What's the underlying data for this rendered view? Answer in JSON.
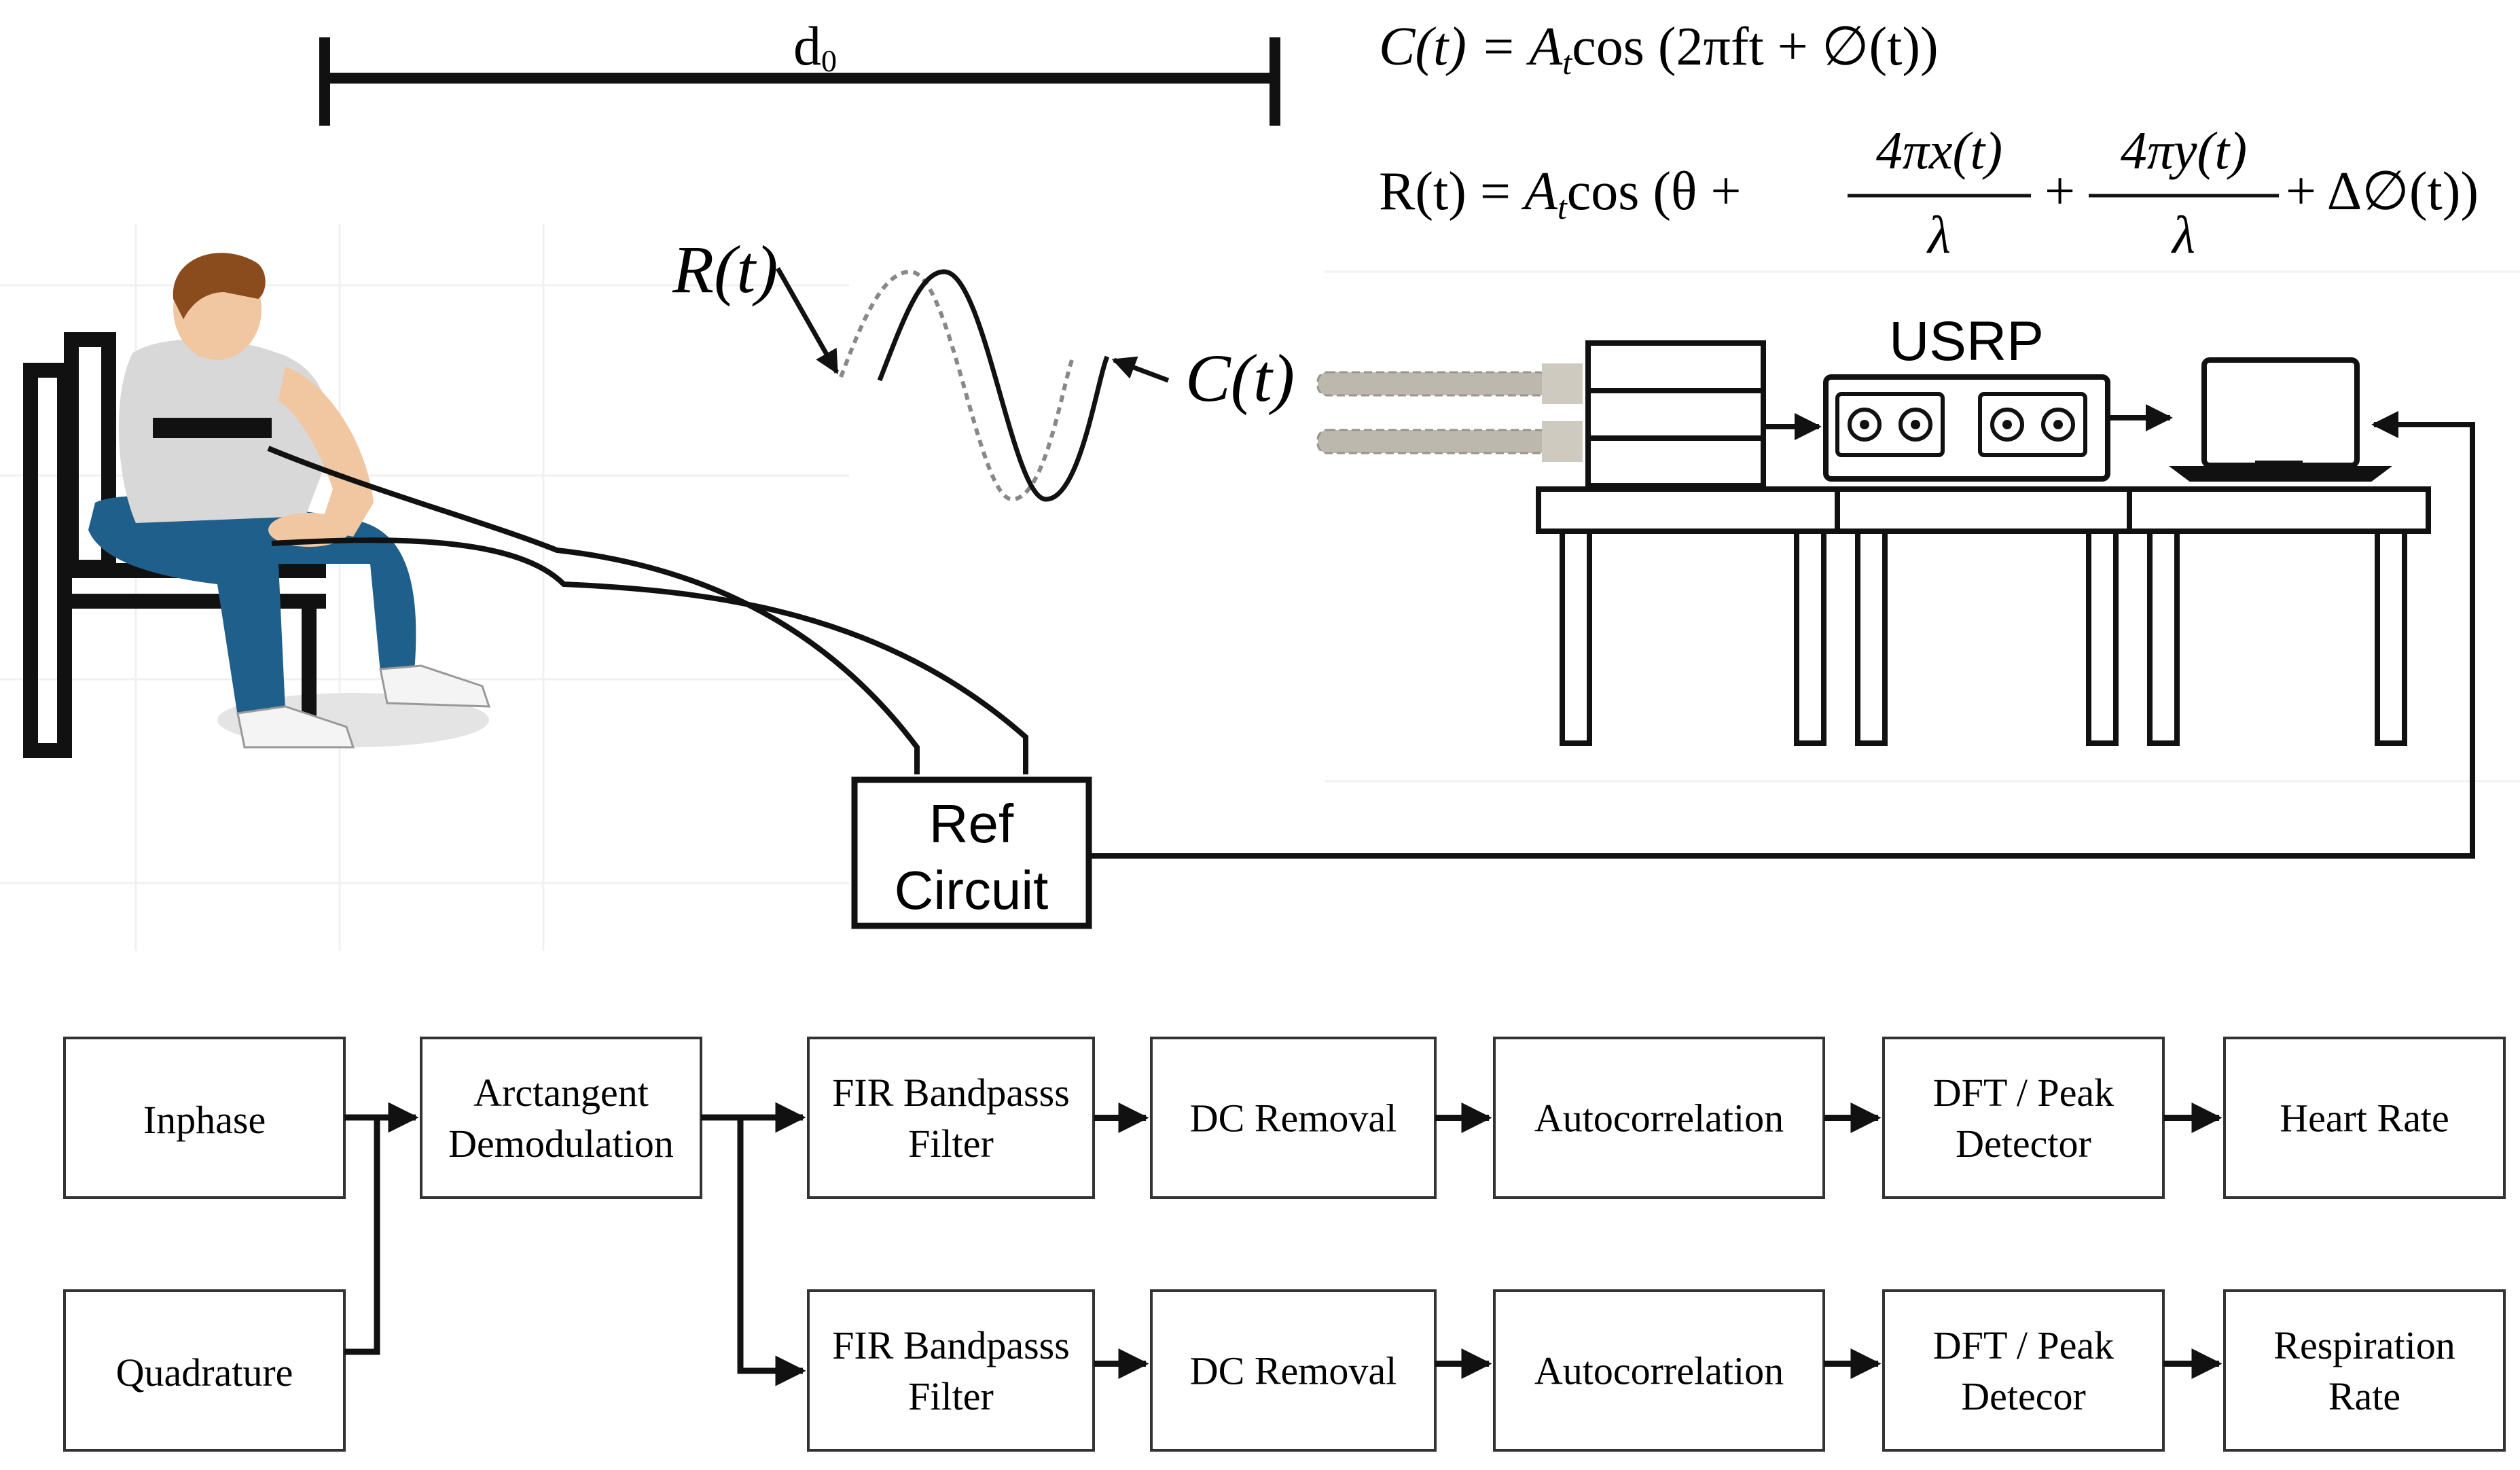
{
  "distance_label": "d",
  "distance_subscript": "0",
  "signals": {
    "received": {
      "name": "R",
      "arg": "(t)"
    },
    "transmitted": {
      "name": "C",
      "arg": "(t)"
    }
  },
  "equations": {
    "carrier": {
      "lhs": "C(t) = ",
      "amp": "A",
      "amp_sub": "t",
      "body": "cos (2πft + ∅(t))"
    },
    "received": {
      "lhs": "R(t) = ",
      "amp": "A",
      "amp_sub": "t",
      "pre": "cos (θ + ",
      "frac1_num": "4πx(t)",
      "frac1_den": "λ",
      "plus": "+",
      "frac2_num": "4πy(t)",
      "frac2_den": "λ",
      "post": "+ Δ∅(t))"
    }
  },
  "hardware": {
    "usrp_label": "USRP",
    "ref_circuit_line1": "Ref",
    "ref_circuit_line2": "Circuit"
  },
  "pipeline": {
    "inputs": [
      "Inphase",
      "Quadrature"
    ],
    "demod": [
      "Arctangent",
      "Demodulation"
    ],
    "heart_row": [
      [
        "FIR Bandpasss",
        "Filter"
      ],
      [
        "DC Removal"
      ],
      [
        "Autocorrelation"
      ],
      [
        "DFT / Peak",
        "Detector"
      ],
      [
        "Heart Rate"
      ]
    ],
    "resp_row": [
      [
        "FIR Bandpasss",
        "Filter"
      ],
      [
        "DC Removal"
      ],
      [
        "Autocorrelation"
      ],
      [
        "DFT / Peak",
        "Detecor"
      ],
      [
        "Respiration",
        "Rate"
      ]
    ]
  },
  "colors": {
    "stroke": "#111111",
    "box_border": "#333333",
    "shirt": "#d8d8d8",
    "pants": "#1f5f8b",
    "hair": "#8a4b1d",
    "skin": "#f0c7a0",
    "antenna": "#bdb8ad",
    "grid": "#f0f0f0"
  }
}
